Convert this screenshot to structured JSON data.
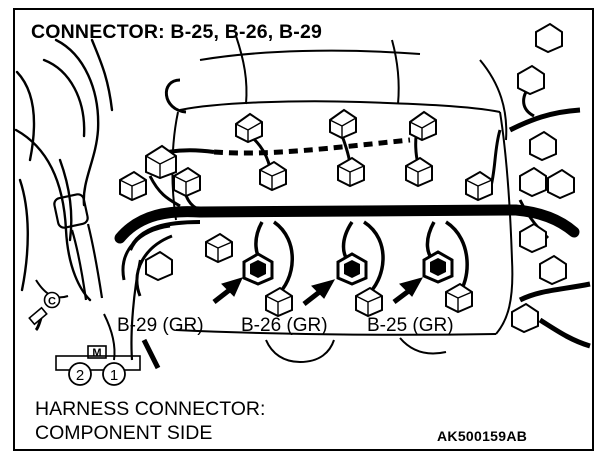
{
  "title": "CONNECTOR: B-25, B-26, B-29",
  "callouts": {
    "b29": "B-29 (GR)",
    "b26": "B-26 (GR)",
    "b25": "B-25 (GR)"
  },
  "ground_marker": "C",
  "connector_symbol": {
    "mark": "M",
    "pins": [
      "2",
      "1"
    ]
  },
  "harness_note": {
    "line1": "HARNESS CONNECTOR:",
    "line2": "COMPONENT SIDE"
  },
  "figure_code": "AK500159AB"
}
